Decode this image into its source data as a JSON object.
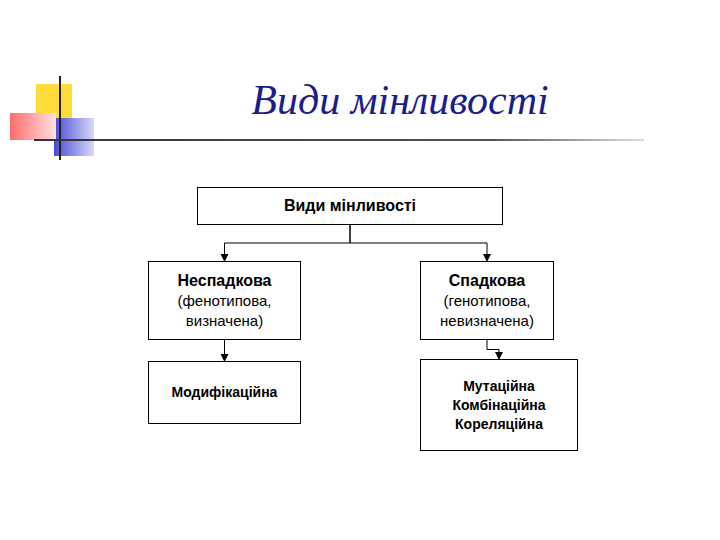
{
  "diagram": {
    "title": "Види мінливості",
    "nodes": [
      {
        "text": [
          "Види мінливості"
        ]
      },
      {
        "text": [
          "Неспадкова",
          "(фенотипова, визначена)"
        ]
      },
      {
        "text": [
          "Спадкова",
          "(генотипова, невизначена)"
        ]
      },
      {
        "text": [
          "Модифікаційна"
        ]
      },
      {
        "text": [
          "Мутаційна",
          "Комбінаційна",
          "Кореляційна"
        ]
      }
    ],
    "edges": [
      {
        "from": 0,
        "to": 1,
        "arrow": "to"
      },
      {
        "from": 0,
        "to": 2,
        "arrow": "to"
      },
      {
        "from": 1,
        "to": 3,
        "arrow": "to"
      },
      {
        "from": 2,
        "to": 4,
        "arrow": "to"
      }
    ]
  }
}
